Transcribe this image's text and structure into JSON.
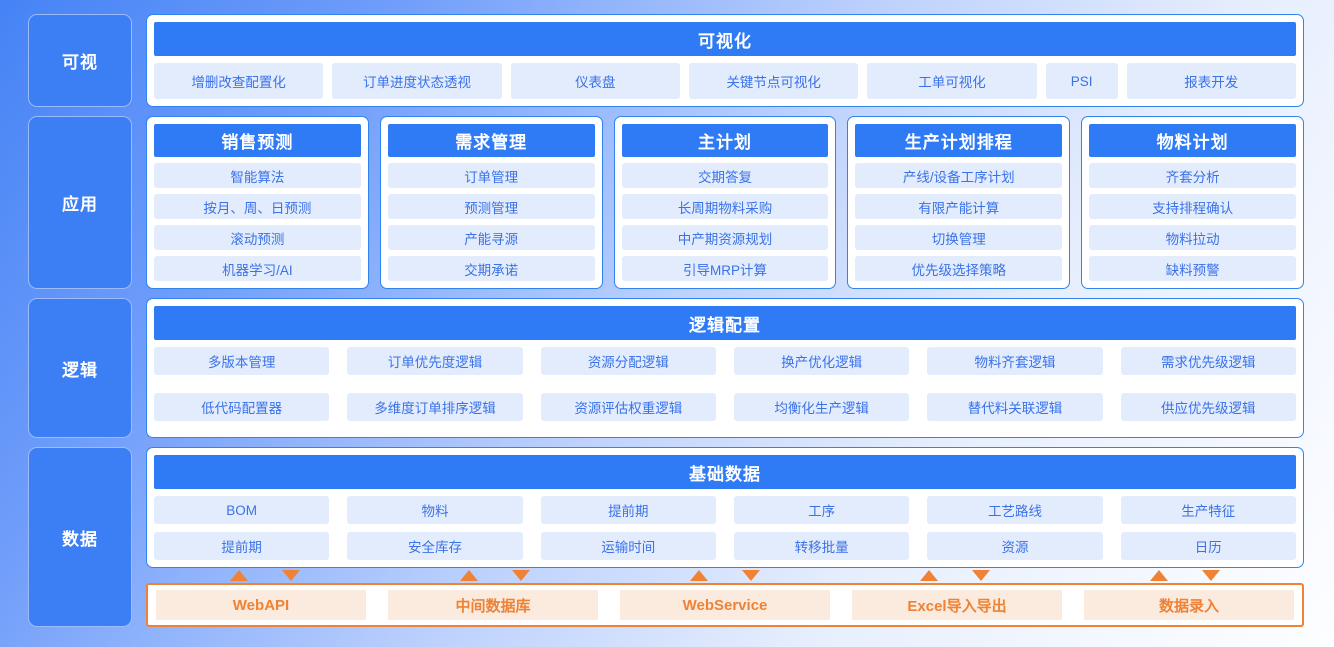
{
  "theme": {
    "primary_blue": "#2f7bf6",
    "tab_blue": "#3c7ef4",
    "chip_bg": "#e3ecfd",
    "chip_text": "#3a72e8",
    "orange": "#ef8234",
    "orange_chip_bg": "#fbeade",
    "card_bg": "#ffffff"
  },
  "layers": {
    "visualization": {
      "side_label": "可视",
      "header": "可视化",
      "items": [
        {
          "label": "增删改查配置化",
          "width": "wide"
        },
        {
          "label": "订单进度状态透视",
          "width": "wide"
        },
        {
          "label": "仪表盘",
          "width": "wide"
        },
        {
          "label": "关键节点可视化",
          "width": "wide"
        },
        {
          "label": "工单可视化",
          "width": "wide"
        },
        {
          "label": "PSI",
          "width": "narrow"
        },
        {
          "label": "报表开发",
          "width": "wide"
        }
      ]
    },
    "application": {
      "side_label": "应用",
      "columns": [
        {
          "header": "销售预测",
          "items": [
            "智能算法",
            "按月、周、日预测",
            "滚动预测",
            "机器学习/AI"
          ]
        },
        {
          "header": "需求管理",
          "items": [
            "订单管理",
            "预测管理",
            "产能寻源",
            "交期承诺"
          ]
        },
        {
          "header": "主计划",
          "items": [
            "交期答复",
            "长周期物料采购",
            "中产期资源规划",
            "引导MRP计算"
          ]
        },
        {
          "header": "生产计划排程",
          "items": [
            "产线/设备工序计划",
            "有限产能计算",
            "切换管理",
            "优先级选择策略"
          ]
        },
        {
          "header": "物料计划",
          "items": [
            "齐套分析",
            "支持排程确认",
            "物料拉动",
            "缺料预警"
          ]
        }
      ]
    },
    "logic": {
      "side_label": "逻辑",
      "header": "逻辑配置",
      "rows": [
        [
          "多版本管理",
          "订单优先度逻辑",
          "资源分配逻辑",
          "换产优化逻辑",
          "物料齐套逻辑",
          "需求优先级逻辑"
        ],
        [
          "低代码配置器",
          "多维度订单排序逻辑",
          "资源评估权重逻辑",
          "均衡化生产逻辑",
          "替代料关联逻辑",
          "供应优先级逻辑"
        ]
      ]
    },
    "data": {
      "side_label": "数据",
      "header": "基础数据",
      "rows": [
        [
          "BOM",
          "物料",
          "提前期",
          "工序",
          "工艺路线",
          "生产特征"
        ],
        [
          "提前期",
          "安全库存",
          "运输时间",
          "转移批量",
          "资源",
          "日历"
        ]
      ]
    }
  },
  "integration": {
    "items": [
      "WebAPI",
      "中间数据库",
      "WebService",
      "Excel导入导出",
      "数据录入"
    ],
    "arrow_pairs": 5
  }
}
